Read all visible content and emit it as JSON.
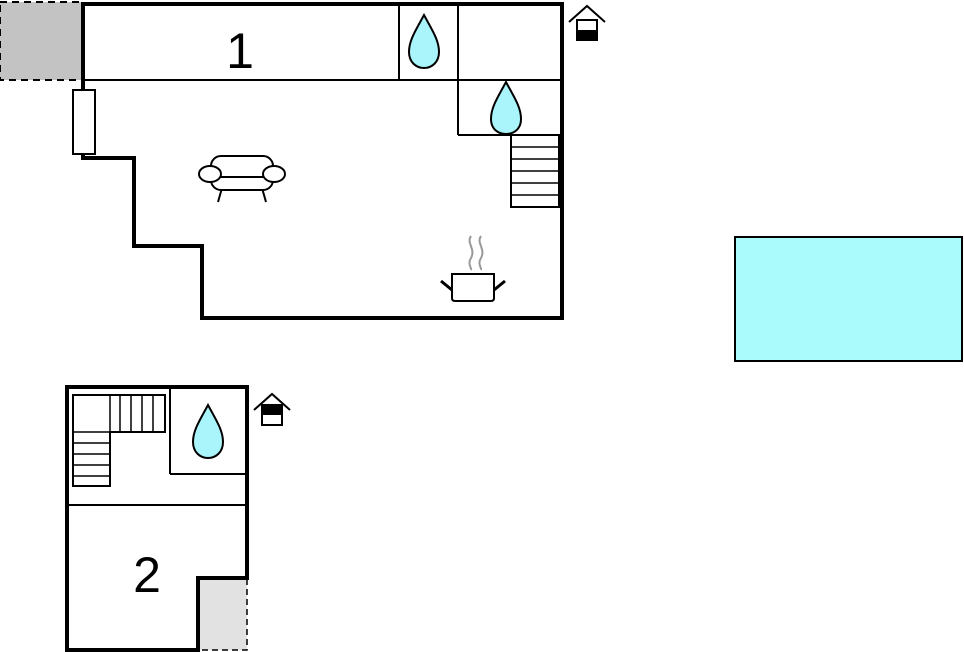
{
  "floors": [
    {
      "label": "1",
      "rooms": [
        {
          "type": "bedroom",
          "label": "1"
        },
        {
          "type": "bathroom",
          "icon": "water-drop-icon"
        },
        {
          "type": "bathroom",
          "icon": "water-drop-icon"
        },
        {
          "type": "living-room",
          "icon": "sofa-icon"
        },
        {
          "type": "kitchen",
          "icon": "cooking-pot-icon"
        },
        {
          "type": "staircase"
        },
        {
          "type": "terrace"
        }
      ],
      "marker_icon": "floor-level-icon"
    },
    {
      "label": "2",
      "rooms": [
        {
          "type": "bedroom",
          "label": "2"
        },
        {
          "type": "bathroom",
          "icon": "water-drop-icon"
        },
        {
          "type": "staircase"
        },
        {
          "type": "terrace"
        }
      ],
      "marker_icon": "floor-level-icon"
    }
  ],
  "pool": {
    "type": "swimming-pool"
  },
  "colors": {
    "wall": "#000000",
    "water": "#aaf5fb",
    "pool": "#aafbfb",
    "terrace": "#c3c3c3",
    "terrace_light": "#e2e2e2",
    "steam": "#999999"
  }
}
